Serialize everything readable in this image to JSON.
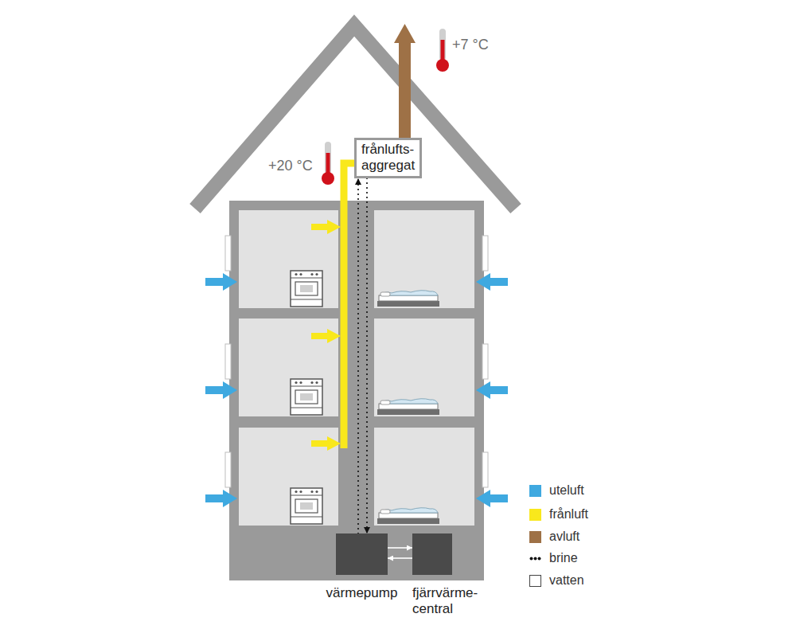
{
  "diagram": {
    "nodes": [
      {
        "text": [
          "frånlufts- aggregat"
        ]
      },
      {
        "text": [
          "värmepump"
        ]
      },
      {
        "text": [
          "fjärrvärme- central"
        ]
      }
    ],
    "edges": [
      {
        "from": 1,
        "to": 0,
        "arrow": "to"
      },
      {
        "from": 0,
        "to": 1,
        "arrow": "to"
      },
      {
        "from": 1,
        "to": 2,
        "arrow": "to"
      },
      {
        "from": 2,
        "to": 1,
        "arrow": "to"
      }
    ],
    "labels": [
      "+20 °C",
      "+7 °C"
    ],
    "legend": [
      {
        "text": "uteluft",
        "color": "#3fa9e0"
      },
      {
        "text": "frånluft",
        "color": "#f9e81c"
      },
      {
        "text": "avluft",
        "color": "#9e7146"
      },
      {
        "text": "brine"
      },
      {
        "text": "vatten",
        "color": "#ffffff"
      }
    ]
  }
}
